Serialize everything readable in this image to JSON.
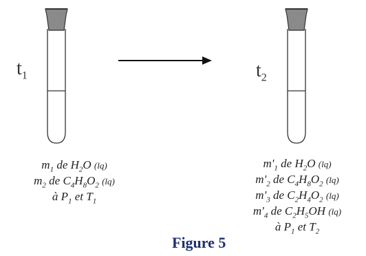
{
  "left_tube": {
    "time_label": "t",
    "time_index": "1",
    "lines": [
      {
        "qty": "m",
        "idx": "1",
        "de": " de ",
        "formula": [
          [
            "H",
            ""
          ],
          [
            "2",
            "s"
          ],
          [
            "O",
            ""
          ]
        ],
        "state": "(lq)"
      },
      {
        "qty": "m",
        "idx": "2",
        "de": " de ",
        "formula": [
          [
            "C",
            ""
          ],
          [
            "4",
            "s"
          ],
          [
            "H",
            ""
          ],
          [
            "8",
            "s"
          ],
          [
            "O",
            ""
          ],
          [
            "2",
            "s"
          ]
        ],
        "state": "(lq)"
      },
      {
        "text": "à P",
        "idx1": "1",
        "mid": " et T",
        "idx2": "1"
      }
    ]
  },
  "right_tube": {
    "time_label": "t",
    "time_index": "2",
    "lines": [
      {
        "qty": "m'",
        "idx": "1",
        "de": " de ",
        "formula": [
          [
            "H",
            ""
          ],
          [
            "2",
            "s"
          ],
          [
            "O",
            ""
          ]
        ],
        "state": "(lq)"
      },
      {
        "qty": "m'",
        "idx": "2",
        "de": " de ",
        "formula": [
          [
            "C",
            ""
          ],
          [
            "4",
            "s"
          ],
          [
            "H",
            ""
          ],
          [
            "8",
            "s"
          ],
          [
            "O",
            ""
          ],
          [
            "2",
            "s"
          ]
        ],
        "state": "(lq)"
      },
      {
        "qty": "m'",
        "idx": "3",
        "de": " de ",
        "formula": [
          [
            "C",
            ""
          ],
          [
            "2",
            "s"
          ],
          [
            "H",
            ""
          ],
          [
            "4",
            "s"
          ],
          [
            "O",
            ""
          ],
          [
            "2",
            "s"
          ]
        ],
        "state": "(lq)"
      },
      {
        "qty": "m'",
        "idx": "4",
        "de": " de ",
        "formula": [
          [
            "C",
            ""
          ],
          [
            "2",
            "s"
          ],
          [
            "H",
            ""
          ],
          [
            "5",
            "s"
          ],
          [
            "OH",
            ""
          ]
        ],
        "state": "(lq)"
      },
      {
        "text": "à P",
        "idx1": "1",
        "mid": " et T",
        "idx2": "2"
      }
    ]
  },
  "figure_caption": "Figure 5",
  "colors": {
    "stopper": "#8a8a8a",
    "glass": "#333333",
    "caption": "#1f2f6f"
  }
}
